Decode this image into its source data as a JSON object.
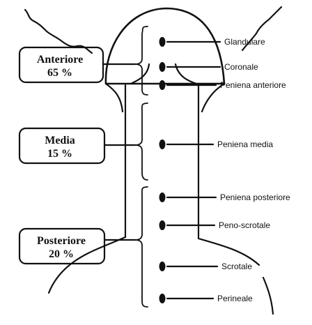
{
  "regions": [
    {
      "name": "Anteriore",
      "percent": "65 %"
    },
    {
      "name": "Media",
      "percent": "15 %"
    },
    {
      "name": "Posteriore",
      "percent": "20 %"
    }
  ],
  "locations": [
    {
      "label": "Glandulare"
    },
    {
      "label": "Coronale"
    },
    {
      "label": "Peniena anteriore"
    },
    {
      "label": "Peniena media"
    },
    {
      "label": "Peniena posteriore"
    },
    {
      "label": "Peno-scrotale"
    },
    {
      "label": "Scrotale"
    },
    {
      "label": "Perineale"
    }
  ],
  "colors": {
    "ink": "#111111",
    "background": "#ffffff"
  }
}
